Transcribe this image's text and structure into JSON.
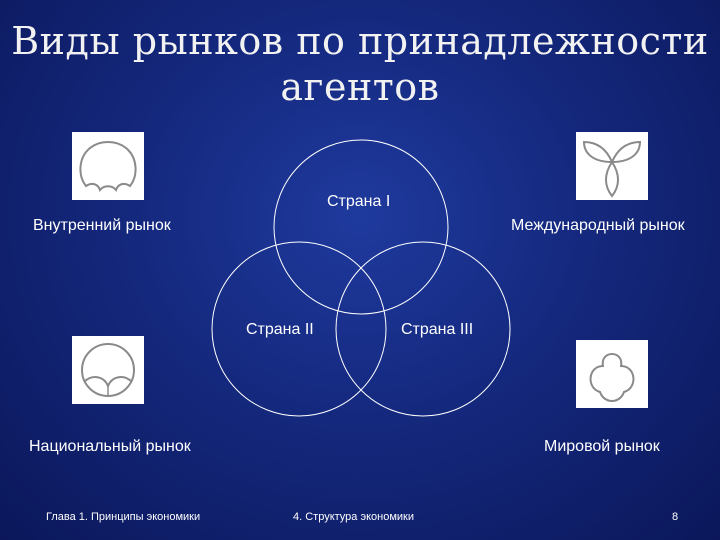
{
  "slide": {
    "title_line1": "Виды рынков по принадлежности",
    "title_line2": "агентов",
    "venn": {
      "circle_top": "Страна I",
      "circle_left": "Страна II",
      "circle_right": "Страна III"
    },
    "markets": {
      "domestic": "Внутренний рынок",
      "international": "Международный рынок",
      "national": "Национальный рынок",
      "world": "Мировой рынок"
    },
    "footer": {
      "chapter": "Глава 1. Принципы экономики",
      "section": "4. Структура экономики",
      "page": "8"
    }
  },
  "colors": {
    "background": "#14287d",
    "text": "#ffffff",
    "line": "#ffffff",
    "icon_stroke": "#8a8a8a"
  }
}
